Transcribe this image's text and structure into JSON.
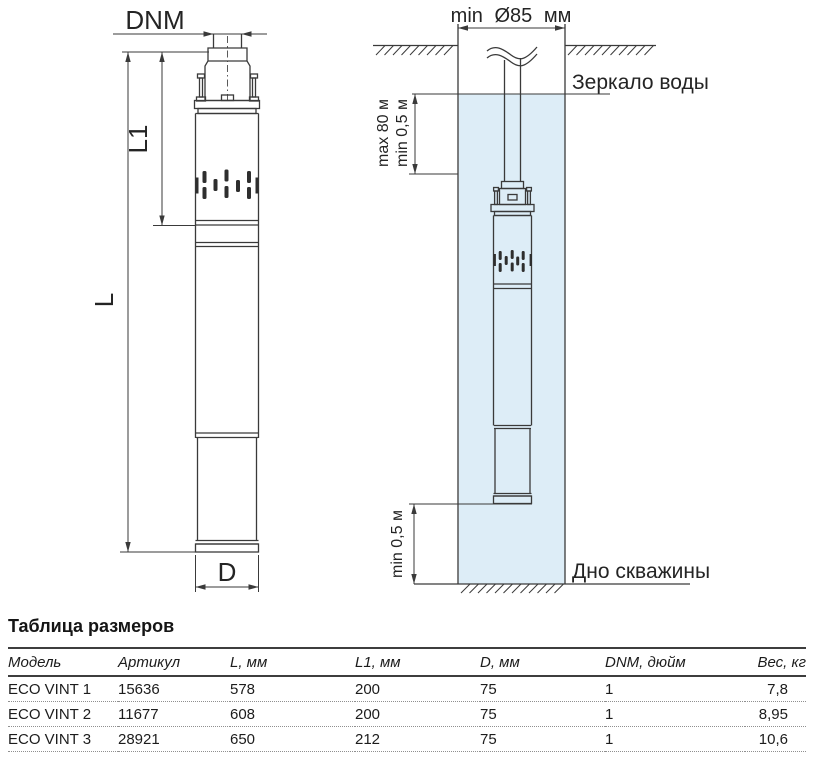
{
  "left_diagram": {
    "labels": {
      "nominal_diameter": "DNM",
      "length_l1": "L1",
      "length_l": "L",
      "diameter_d": "D"
    }
  },
  "right_diagram": {
    "labels": {
      "min_well_diameter": "min Ø85 мм",
      "water_surface": "Зеркало воды",
      "max_immersion": "max 80 м",
      "min_immersion": "min 0,5 м",
      "min_bottom_clearance": "min 0,5 м",
      "well_bottom": "Дно скважины"
    },
    "colors": {
      "water": "#ddedf7",
      "line": "#3a3a3a"
    }
  },
  "size_table": {
    "title": "Таблица размеров",
    "headers": [
      "Модель",
      "Артикул",
      "L, мм",
      "L1, мм",
      "D, мм",
      "DNM, дюйм",
      "Вес, кг"
    ],
    "rows": [
      [
        "ECO VINT 1",
        "15636",
        "578",
        "200",
        "75",
        "1",
        "7,8"
      ],
      [
        "ECO VINT 2",
        "11677",
        "608",
        "200",
        "75",
        "1",
        "8,95"
      ],
      [
        "ECO VINT 3",
        "28921",
        "650",
        "212",
        "75",
        "1",
        "10,6"
      ]
    ]
  }
}
